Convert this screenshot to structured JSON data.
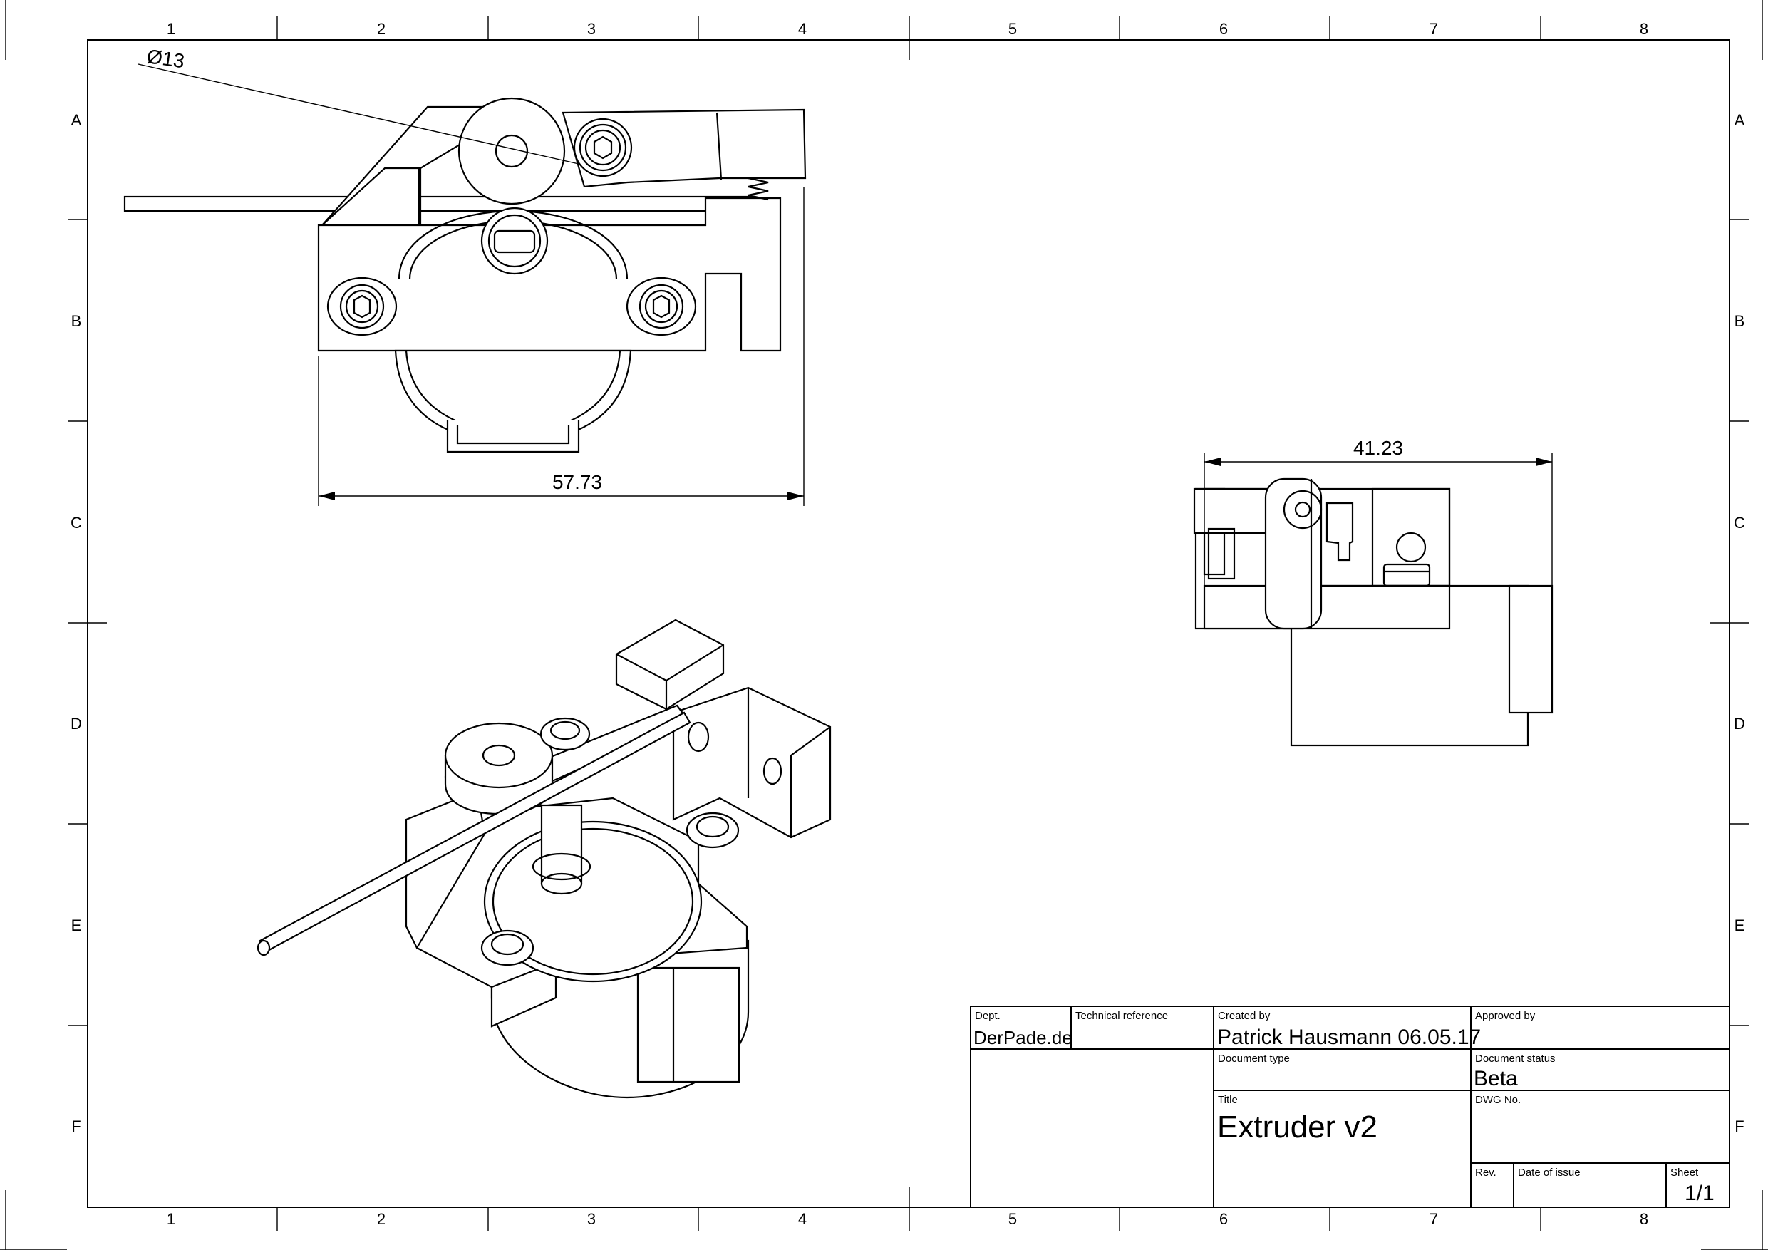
{
  "frame": {
    "columns": [
      "1",
      "2",
      "3",
      "4",
      "5",
      "6",
      "7",
      "8"
    ],
    "rows": [
      "A",
      "B",
      "C",
      "D",
      "E",
      "F"
    ]
  },
  "dimensions": {
    "diameter": "Ø13",
    "width_front": "57.73",
    "width_side": "41.23"
  },
  "title_block": {
    "dept_label": "Dept.",
    "dept_value": "DerPade.de",
    "tech_ref_label": "Technical reference",
    "created_by_label": "Created by",
    "created_by_value": "Patrick Hausmann 06.05.17",
    "approved_by_label": "Approved by",
    "doc_type_label": "Document type",
    "doc_status_label": "Document status",
    "doc_status_value": "Beta",
    "title_label": "Title",
    "title_value": "Extruder v2",
    "dwg_no_label": "DWG No.",
    "rev_label": "Rev.",
    "date_of_issue_label": "Date of issue",
    "sheet_label": "Sheet",
    "sheet_value": "1/1"
  }
}
